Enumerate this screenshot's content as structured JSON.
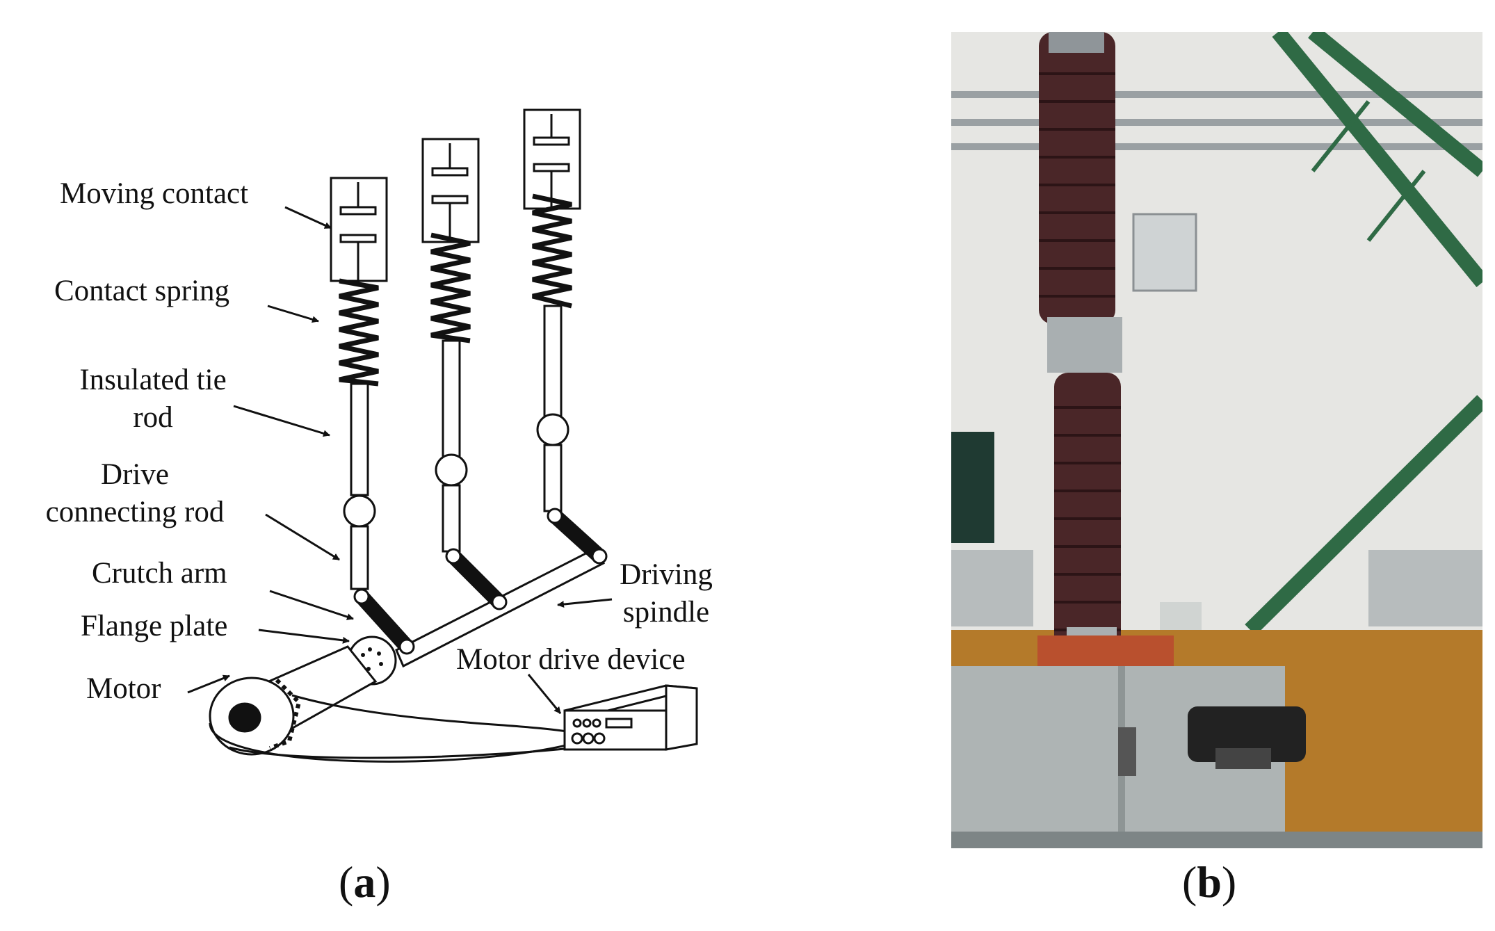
{
  "labels": {
    "moving_contact": "Moving contact",
    "contact_spring": "Contact spring",
    "insulated_tie_rod_line1": "Insulated tie",
    "insulated_tie_rod_line2": "rod",
    "drive_connecting_rod_line1": "Drive",
    "drive_connecting_rod_line2": "connecting rod",
    "crutch_arm": "Crutch arm",
    "flange_plate": "Flange plate",
    "motor": "Motor",
    "driving_spindle_line1": "Driving",
    "driving_spindle_line2": "spindle",
    "motor_drive_device": "Motor drive device"
  },
  "captions": {
    "a_open": "(",
    "a_letter": "a",
    "a_close": ")",
    "b_open": "(",
    "b_letter": "b",
    "b_close": ")"
  },
  "colors": {
    "line": "#111111",
    "insulator": "#4a2628",
    "wall": "#e6e6e3",
    "floor": "#b47a2a",
    "frame_green": "#2f6a45",
    "cabinet": "#aeb4b4"
  }
}
